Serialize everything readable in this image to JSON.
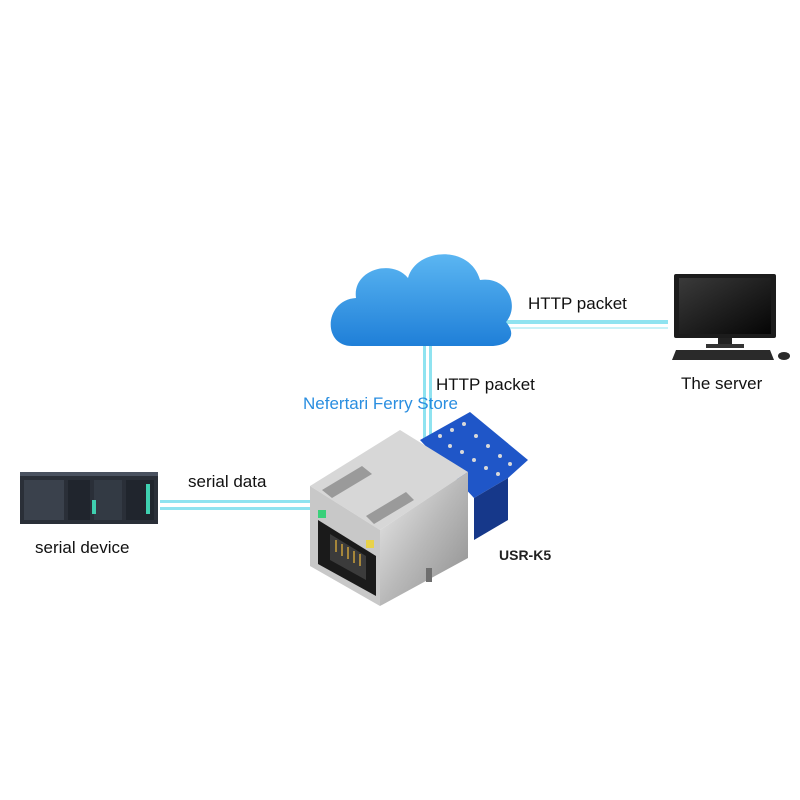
{
  "labels": {
    "http_packet_top": "HTTP packet",
    "http_packet_mid": "HTTP packet",
    "the_server": "The server",
    "serial_data": "serial data",
    "serial_device": "serial device",
    "model": "USR-K5",
    "watermark": "Nefertari Ferry Store"
  },
  "colors": {
    "connection_line": "#8fe3f0",
    "cloud": "#3a9ae6",
    "watermark": "#2a8ee0",
    "pcb": "#1f56c8"
  },
  "icons": {
    "cloud": "cloud-icon",
    "computer": "desktop-computer-icon",
    "serial_device": "plc-device-icon",
    "module": "usr-k5-ethernet-module"
  }
}
